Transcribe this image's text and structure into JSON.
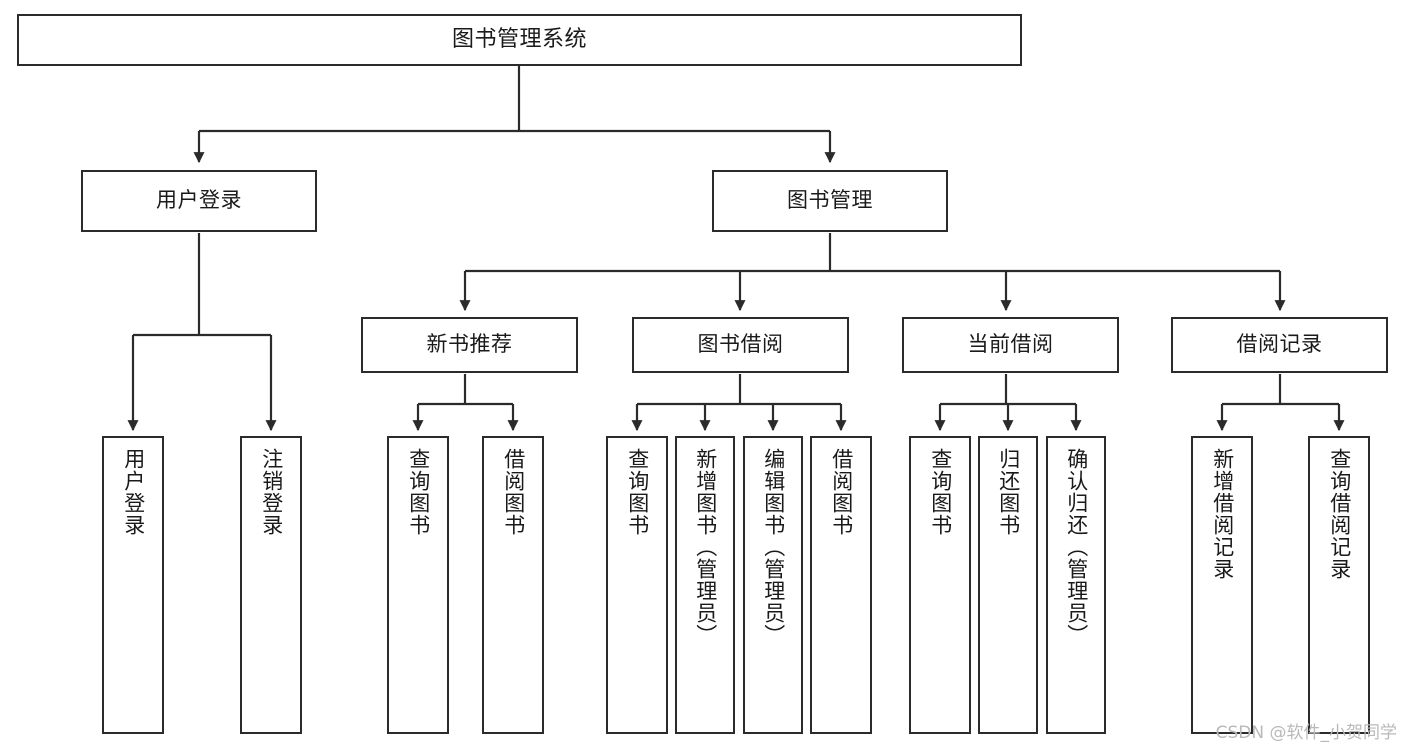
{
  "diagram": {
    "title": "图书管理系统",
    "type": "functional-structure-tree",
    "stroke_color": "#2b2b2b",
    "fill_color": "#ffffff",
    "text_color": "#1a1a1a"
  },
  "nodes": {
    "root": {
      "label": "图书管理系统"
    },
    "level2": [
      {
        "id": "user-login",
        "label": "用户登录"
      },
      {
        "id": "book-manage",
        "label": "图书管理"
      }
    ],
    "level3": [
      {
        "id": "new-book-recommend",
        "label": "新书推荐"
      },
      {
        "id": "book-borrow",
        "label": "图书借阅"
      },
      {
        "id": "current-borrow",
        "label": "当前借阅"
      },
      {
        "id": "borrow-record",
        "label": "借阅记录"
      }
    ],
    "leaves": [
      {
        "id": "leaf-user-login",
        "label": "用户登录",
        "parent": "user-login"
      },
      {
        "id": "leaf-user-logout",
        "label": "注销登录",
        "parent": "user-login"
      },
      {
        "id": "leaf-query-book-1",
        "label": "查询图书",
        "parent": "new-book-recommend"
      },
      {
        "id": "leaf-borrow-book-1",
        "label": "借阅图书",
        "parent": "new-book-recommend"
      },
      {
        "id": "leaf-query-book-2",
        "label": "查询图书",
        "parent": "book-borrow"
      },
      {
        "id": "leaf-add-book",
        "label": "新增图书（管理员）",
        "parent": "book-borrow"
      },
      {
        "id": "leaf-edit-book",
        "label": "编辑图书（管理员）",
        "parent": "book-borrow"
      },
      {
        "id": "leaf-borrow-book-2",
        "label": "借阅图书",
        "parent": "book-borrow"
      },
      {
        "id": "leaf-query-book-3",
        "label": "查询图书",
        "parent": "current-borrow"
      },
      {
        "id": "leaf-return-book",
        "label": "归还图书",
        "parent": "current-borrow"
      },
      {
        "id": "leaf-confirm-return",
        "label": "确认归还（管理员）",
        "parent": "current-borrow"
      },
      {
        "id": "leaf-add-record",
        "label": "新增借阅记录",
        "parent": "borrow-record"
      },
      {
        "id": "leaf-query-record",
        "label": "查询借阅记录",
        "parent": "borrow-record"
      }
    ]
  },
  "watermark": {
    "text": "CSDN @软件_小贺同学"
  }
}
